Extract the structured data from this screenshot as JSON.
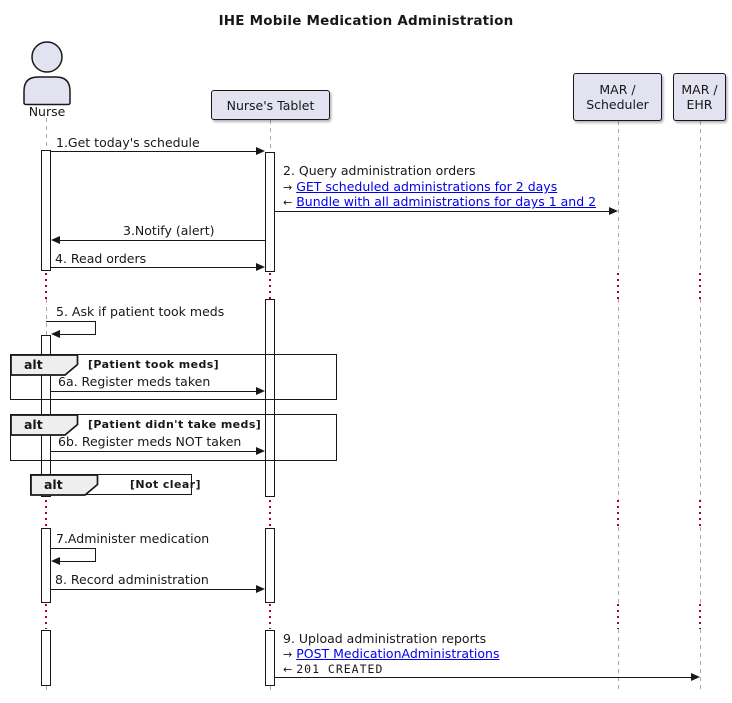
{
  "title": "IHE Mobile Medication Administration",
  "colors": {
    "participant_fill": "#E2E2F0",
    "participant_border": "#181818",
    "lifeline_dash": "#A9A9A9",
    "delay_dot": "#A80036",
    "arrow": "#181818",
    "link": "#0000EE",
    "fragment_header_fill": "#EEEEEE"
  },
  "participants": {
    "nurse": {
      "label": "Nurse"
    },
    "tablet": {
      "label": "Nurse's Tablet"
    },
    "scheduler": {
      "line1": "MAR /",
      "line2": "Scheduler"
    },
    "ehr": {
      "line1": "MAR /",
      "line2": "EHR"
    }
  },
  "messages": {
    "m1": {
      "label": "1.Get today's schedule"
    },
    "m2": {
      "label": "2. Query administration orders",
      "req_glyph": "→",
      "req_link": "GET scheduled administrations for 2 days",
      "res_glyph": "←",
      "res_link": "Bundle with all administrations for days 1 and 2"
    },
    "m3": {
      "label": "3.Notify (alert)"
    },
    "m4": {
      "label": "4. Read orders"
    },
    "m5": {
      "label": "5. Ask if patient took meds"
    },
    "m6a": {
      "label": "6a. Register meds taken"
    },
    "m6b": {
      "label": "6b. Register meds NOT taken"
    },
    "m7": {
      "label": "7.Administer medication"
    },
    "m8": {
      "label": "8. Record administration"
    },
    "m9": {
      "label": "9. Upload administration reports",
      "req_glyph": "→",
      "req_link": "POST MedicationAdministrations",
      "res_glyph": "←",
      "res_code": "201 CREATED"
    }
  },
  "fragments": {
    "alt1": {
      "operator": "alt",
      "condition": "[Patient took meds]"
    },
    "alt2": {
      "operator": "alt",
      "condition": "[Patient didn't take meds]"
    },
    "alt3": {
      "operator": "alt",
      "condition": "[Not clear]"
    }
  }
}
